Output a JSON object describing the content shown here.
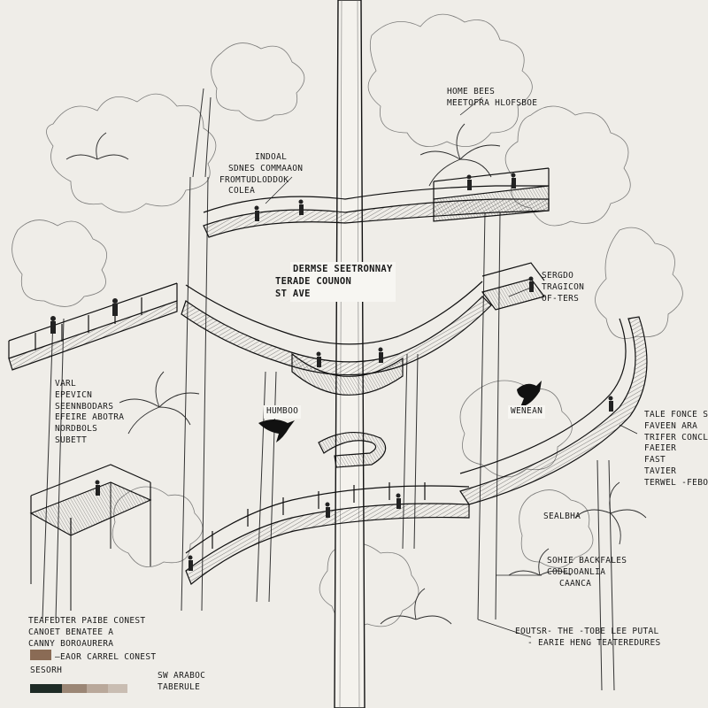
{
  "notes": {
    "top_right": [
      "HOME BEES",
      "MEETOFRA HLOFSBOE"
    ],
    "top_center": [
      "INDOAL",
      "SDNES COMMAAON",
      "FROMTUDLODDOK",
      "COLEA"
    ],
    "mid_center": [
      "DERMSE SEETRONNAY",
      "TERADE COUNON",
      "ST AVE"
    ],
    "right_upper": [
      "SERGDO",
      "TRAGICON",
      "OF-TERS"
    ],
    "left_mid": [
      "VARL",
      "EPEVICN",
      "SEENNBODARS",
      "EFEIRE ABOTRA",
      "NORDBOLS",
      "SUBETT"
    ],
    "bird_left": "HUMBOO",
    "bird_right": "WENEAN",
    "right_mid": [
      "TALE FONCE SE",
      "FAVEEN ARA",
      "TRIFER CONCLEY",
      "FAEIER",
      "FAST",
      "TAVIER",
      "TERWEL -FEBO"
    ],
    "right_lower": [
      "SEALBHA"
    ],
    "right_low2": [
      "SOHIE BACKFALES",
      "CODEDOANLIA",
      "CAANCA"
    ],
    "bottom_right": [
      "EOUTSR- THE -TOBE LEE PUTAL",
      "- EARIE HENG TEATEREDURES"
    ],
    "bottom_left": [
      "TEAFEDTER PAIBE CONEST",
      "CANOET BENATEE A",
      "CANNY BOROAURERA"
    ],
    "legend_label": "—EAOR CARREL CONEST",
    "legend_sub": "SESORH",
    "bottom_left2": [
      "SW ARABOC",
      "TABERULE"
    ]
  },
  "colors": {
    "paper": "#efede8",
    "ink": "#1c1c1c",
    "legend_swatch_1": "#8a6b55",
    "legend_bar": [
      "#1e2b26",
      "#9b8675",
      "#b9a89a",
      "#c9bdb2"
    ]
  }
}
